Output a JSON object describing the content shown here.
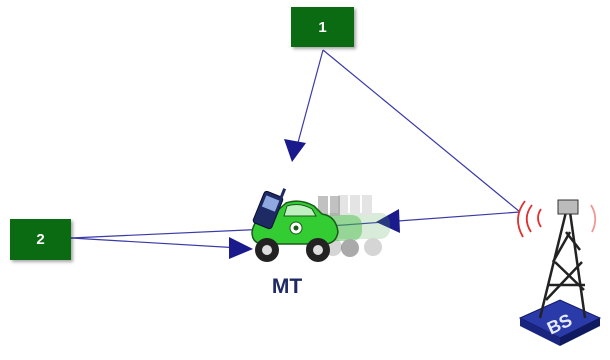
{
  "labels": {
    "box1": "1",
    "box2": "2",
    "mobile_terminal": "MT",
    "base_station": "BS"
  },
  "colors": {
    "box_fill": "#0b6b13",
    "box_text": "#ffffff",
    "arrow": "#1a1a8c",
    "mt_text": "#1d2a63",
    "signal_waves": "#e03030",
    "car_body": "#33cc33",
    "tower": "#222222",
    "tower_base": "#2a3aa8"
  },
  "icons": {
    "car": "car-with-phone-icon",
    "tower": "antenna-tower-icon"
  }
}
